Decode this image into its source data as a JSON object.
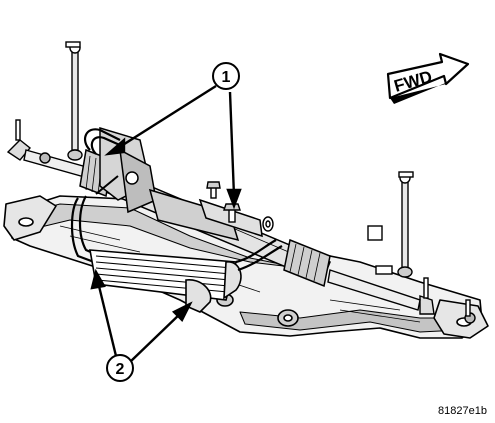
{
  "callouts": [
    {
      "number": "1"
    },
    {
      "number": "2"
    }
  ],
  "direction_arrow": {
    "label": "FWD"
  },
  "figure_id": "81827e1b",
  "colors": {
    "ink": "#000000",
    "paper": "#ffffff",
    "shade": "#d9d9d9",
    "shade_dark": "#9a9a9a"
  }
}
